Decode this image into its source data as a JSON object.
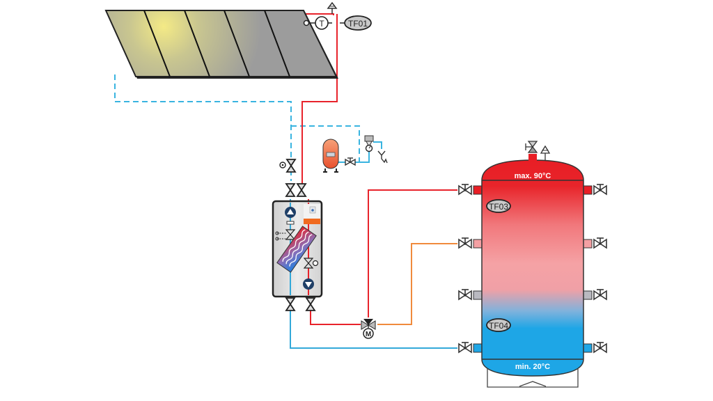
{
  "diagram": {
    "title": "Solar thermal system with buffer storage tank",
    "colors": {
      "hot": "#e8232b",
      "warm": "#f08a3c",
      "cold": "#33a9d9",
      "cold_dashed": "#39b4e0",
      "tank_top": "#e81e25",
      "tank_mid": "#f4a0a3",
      "tank_bottom": "#1ea6e6",
      "outline": "#222222"
    },
    "sensors": {
      "collector": "TF01",
      "tank_top": "TF03",
      "tank_bottom": "TF04",
      "temperature_symbol": "T"
    },
    "tank": {
      "max_label": "max. 90°C",
      "min_label": "min. 20°C"
    },
    "mixing_valve": {
      "motor_label": "M"
    },
    "components": [
      "solar-collector-array",
      "collector-temperature-sensor",
      "air-vent",
      "solar-pump-station",
      "heat-exchanger",
      "expansion-vessel",
      "safety-valve",
      "pressure-gauge",
      "motorized-3-way-mixing-valve",
      "buffer-storage-tank"
    ],
    "collector_panels": 5
  }
}
